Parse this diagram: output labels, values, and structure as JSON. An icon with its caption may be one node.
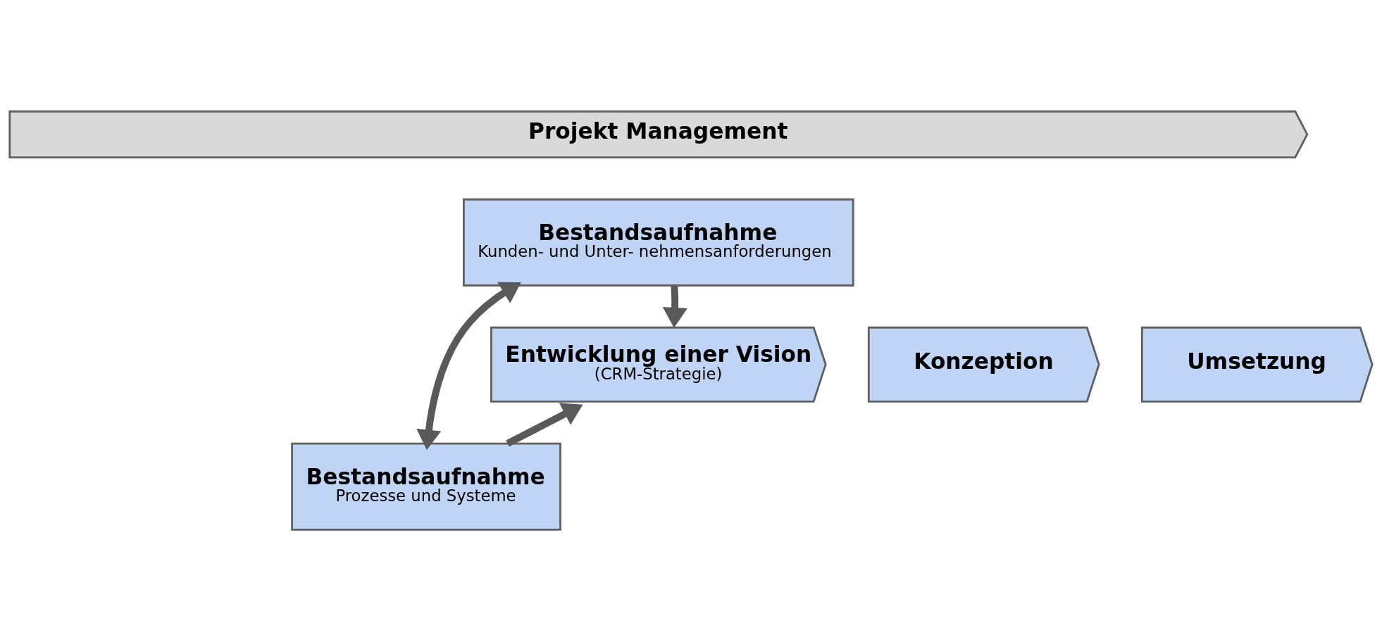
{
  "diagram": {
    "nodes": [
      {
        "text": [
          "Projekt Management"
        ]
      },
      {
        "text": [
          "Bestandsaufnahme",
          "Kunden- und Unter- nehmensanforderungen"
        ]
      },
      {
        "text": [
          "Bestandsaufnahme",
          "Prozesse und Systeme"
        ]
      },
      {
        "text": [
          "Entwicklung einer Vision",
          "(CRM-Strategie)"
        ]
      },
      {
        "text": [
          "Konzeption"
        ]
      },
      {
        "text": [
          "Umsetzung"
        ]
      }
    ],
    "edges": [
      {
        "from": 1,
        "to": 2,
        "arrow": "both"
      },
      {
        "from": 1,
        "to": 3,
        "arrow": "to"
      },
      {
        "from": 2,
        "to": 3,
        "arrow": "to"
      }
    ]
  }
}
